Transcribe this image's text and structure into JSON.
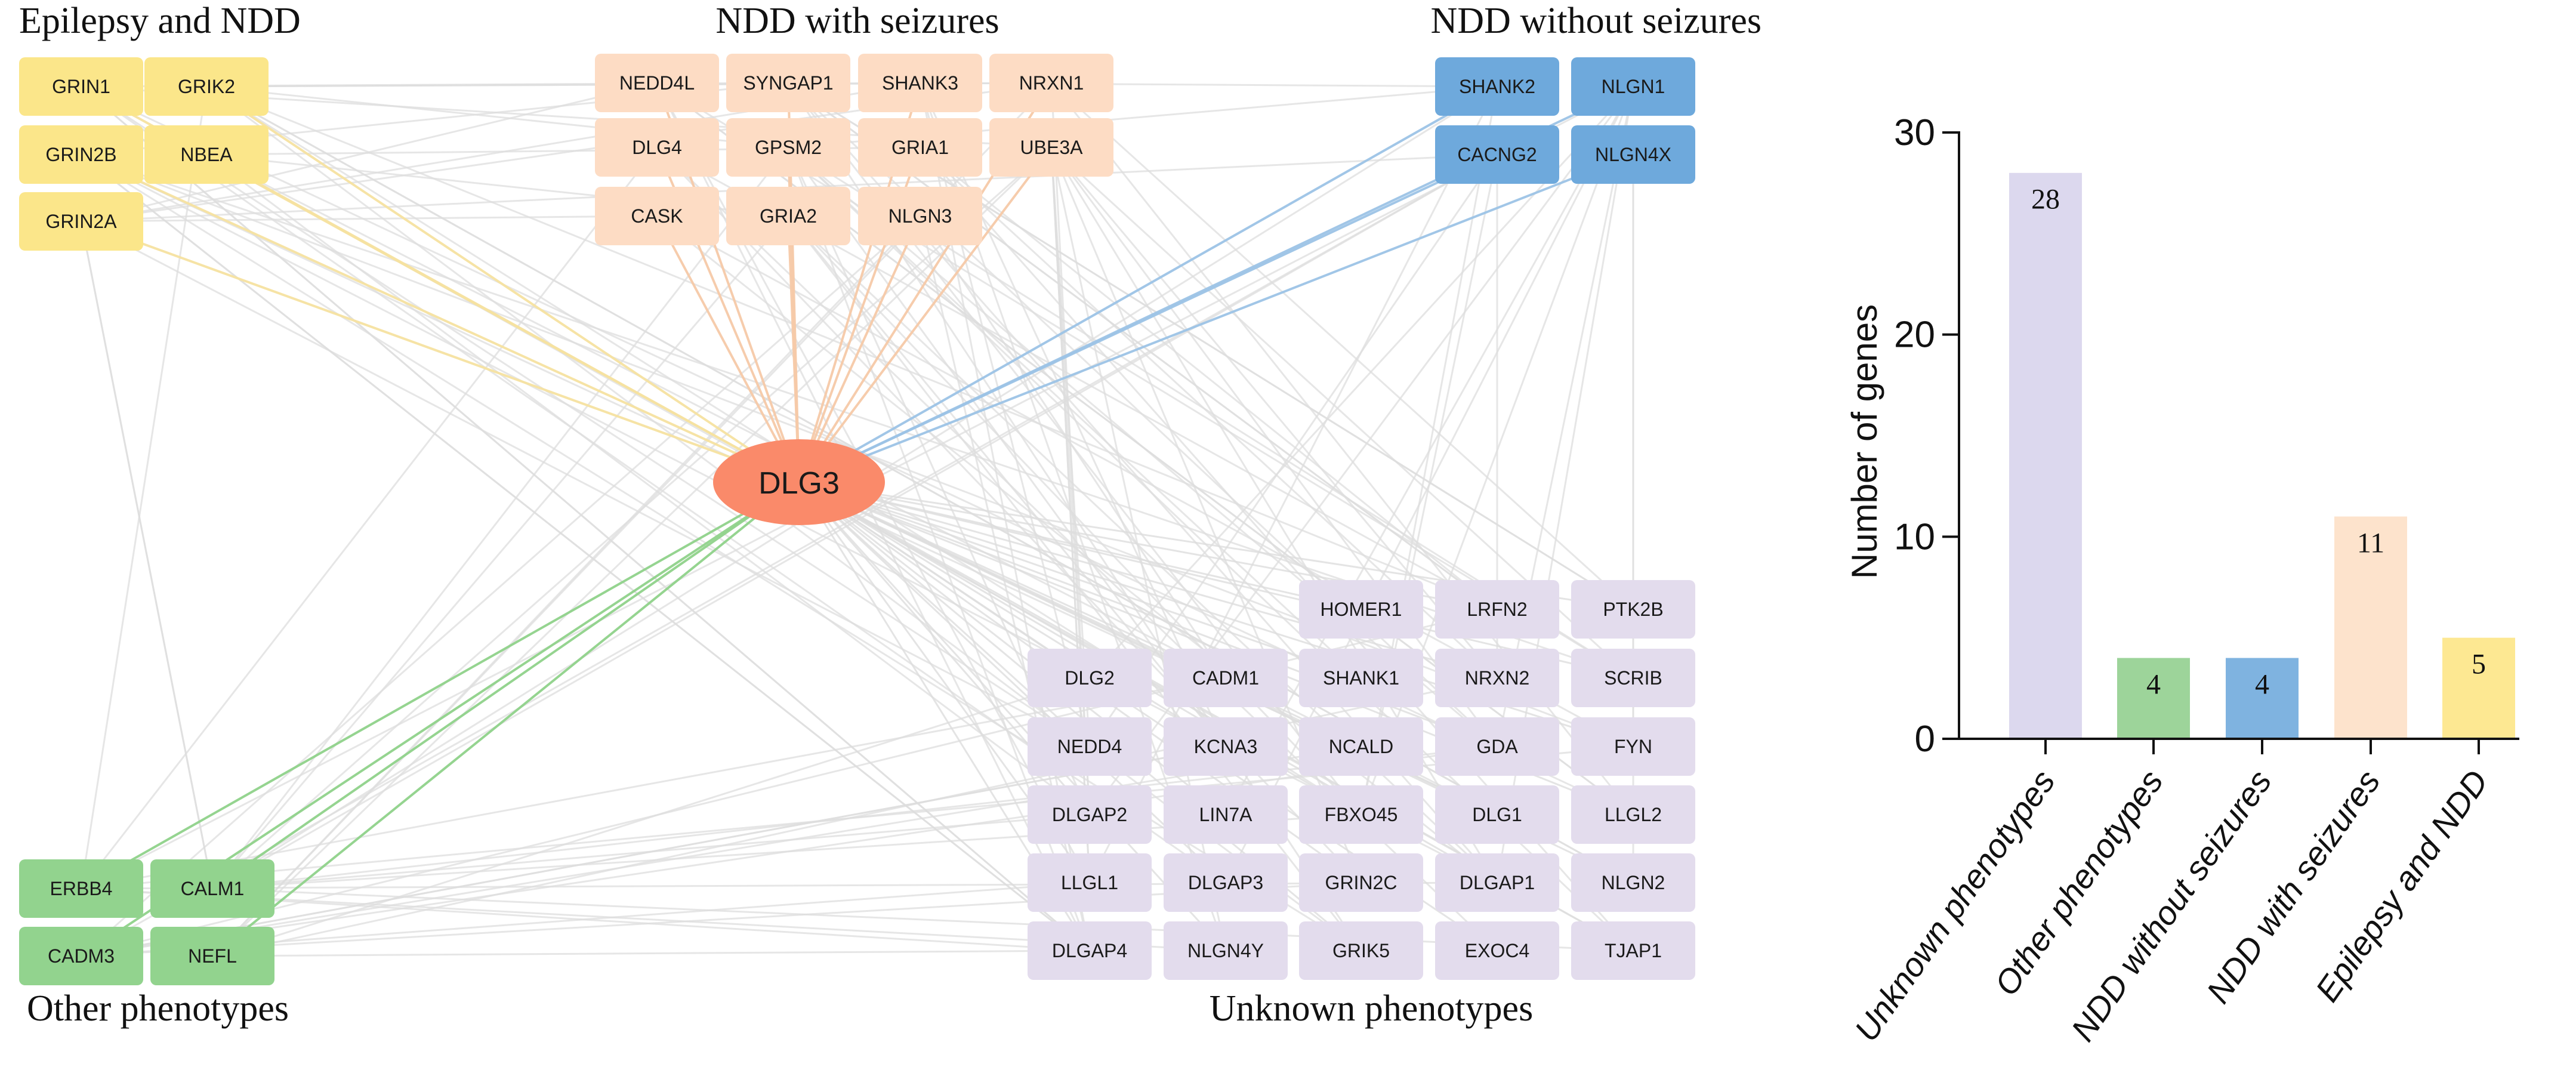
{
  "network": {
    "hub": "DLG3",
    "groups": [
      {
        "key": "epilepsy",
        "title": "Epilepsy and NDD",
        "color": "#fbe68a",
        "edge_color": "#f6e2a0",
        "genes": [
          "GRIN1",
          "GRIK2",
          "GRIN2B",
          "NBEA",
          "GRIN2A"
        ]
      },
      {
        "key": "ndd_seizures",
        "title": "NDD with seizures",
        "color": "#fddcc4",
        "edge_color": "#f6c9a8",
        "genes": [
          "NEDD4L",
          "SYNGAP1",
          "SHANK3",
          "NRXN1",
          "DLG4",
          "GPSM2",
          "GRIA1",
          "UBE3A",
          "CASK",
          "GRIA2",
          "NLGN3"
        ]
      },
      {
        "key": "ndd_no_seizures",
        "title": "NDD without seizures",
        "color": "#6ea9dc",
        "edge_color": "#9cc3e6",
        "genes": [
          "SHANK2",
          "NLGN1",
          "CACNG2",
          "NLGN4X"
        ]
      },
      {
        "key": "other",
        "title": "Other phenotypes",
        "color": "#92d38e",
        "edge_color": "#8fd28a",
        "genes": [
          "ERBB4",
          "CALM1",
          "CADM3",
          "NEFL"
        ]
      },
      {
        "key": "unknown",
        "title": "Unknown phenotypes",
        "color": "#e3dced",
        "edge_color": "#dddddd",
        "genes": [
          "HOMER1",
          "LRFN2",
          "PTK2B",
          "DLG2",
          "CADM1",
          "SHANK1",
          "NRXN2",
          "SCRIB",
          "NEDD4",
          "KCNA3",
          "NCALD",
          "GDA",
          "FYN",
          "DLGAP2",
          "LIN7A",
          "FBXO45",
          "DLG1",
          "LLGL2",
          "LLGL1",
          "DLGAP3",
          "GRIN2C",
          "DLGAP1",
          "NLGN2",
          "DLGAP4",
          "NLGN4Y",
          "GRIK5",
          "EXOC4",
          "TJAP1"
        ]
      }
    ],
    "colors": {
      "hub": "#fa8a6a",
      "background_edge": "#dedede"
    }
  },
  "chart_data": {
    "type": "bar",
    "categories": [
      "Unknown phenotypes",
      "Other phenotypes",
      "NDD without seizures",
      "NDD with seizures",
      "Epilepsy and NDD"
    ],
    "values": [
      28,
      4,
      4,
      11,
      5
    ],
    "colors": [
      "#dcd8ee",
      "#9dd49a",
      "#7fb3e0",
      "#fde3cc",
      "#fde892"
    ],
    "ylabel": "Number of genes",
    "xlabel": "",
    "yticks": [
      0,
      10,
      20,
      30
    ],
    "ylim": [
      0,
      30
    ],
    "grid": false
  }
}
